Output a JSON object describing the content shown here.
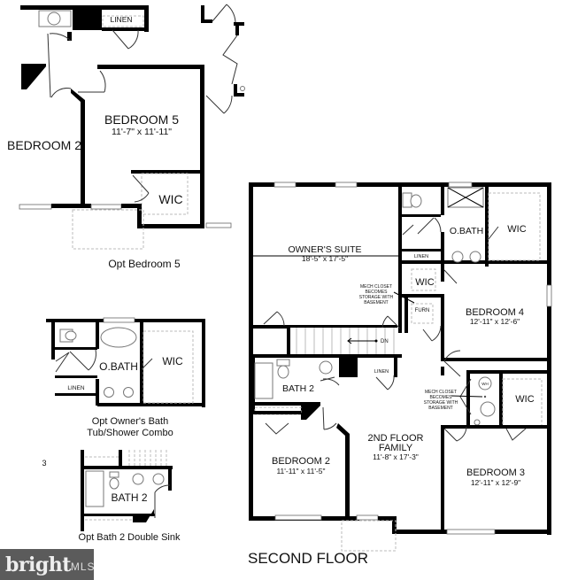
{
  "title": "SECOND FLOOR",
  "main_plan": {
    "rooms": [
      {
        "name": "OWNER'S SUITE",
        "dims": "18'-5\" x 17'-5\""
      },
      {
        "name": "O.BATH",
        "dims": ""
      },
      {
        "name": "WIC",
        "dims": ""
      },
      {
        "name": "LINEN",
        "dims": ""
      },
      {
        "name": "WIC",
        "dims": ""
      },
      {
        "name": "FURN",
        "dims": ""
      },
      {
        "name": "BEDROOM 4",
        "dims": "12'-11\" x 12'-6\""
      },
      {
        "name": "BATH 2",
        "dims": ""
      },
      {
        "name": "LINEN",
        "dims": ""
      },
      {
        "name": "2ND FLOOR",
        "dims": "FAMILY"
      },
      {
        "name": "BEDROOM 2",
        "dims": "11'-11\" x 11'-5\""
      },
      {
        "name": "BEDROOM 3",
        "dims": "12'-11\" x 12'-9\""
      },
      {
        "name": "WIC",
        "dims": ""
      },
      {
        "name": "WH",
        "dims": ""
      }
    ],
    "family_dims": "11'-8\" x 17'-3\"",
    "stair_label": "DN",
    "mech_note_1": [
      "MECH CLOSET",
      "BECOMES",
      "STORAGE WITH",
      "BASEMENT"
    ],
    "mech_note_2": [
      "MECH CLOSET",
      "BECOMES",
      "STORAGE WITH",
      "BASEMENT"
    ]
  },
  "opt_bedroom5": {
    "caption": "Opt Bedroom 5",
    "room": "BEDROOM 5",
    "dims": "11'-7\" x 11'-11\"",
    "adjacent": "BEDROOM 2",
    "wic": "WIC",
    "linen": "LINEN"
  },
  "opt_owners_bath": {
    "caption_line1": "Opt Owner's Bath",
    "caption_line2": "Tub/Shower Combo",
    "bath": "O.BATH",
    "wic": "WIC",
    "linen": "LINEN"
  },
  "opt_bath2": {
    "caption": "Opt Bath 2 Double Sink",
    "bath": "BATH 2",
    "fragment": "3"
  },
  "watermark": {
    "brand": "bright",
    "suffix": "MLS"
  }
}
